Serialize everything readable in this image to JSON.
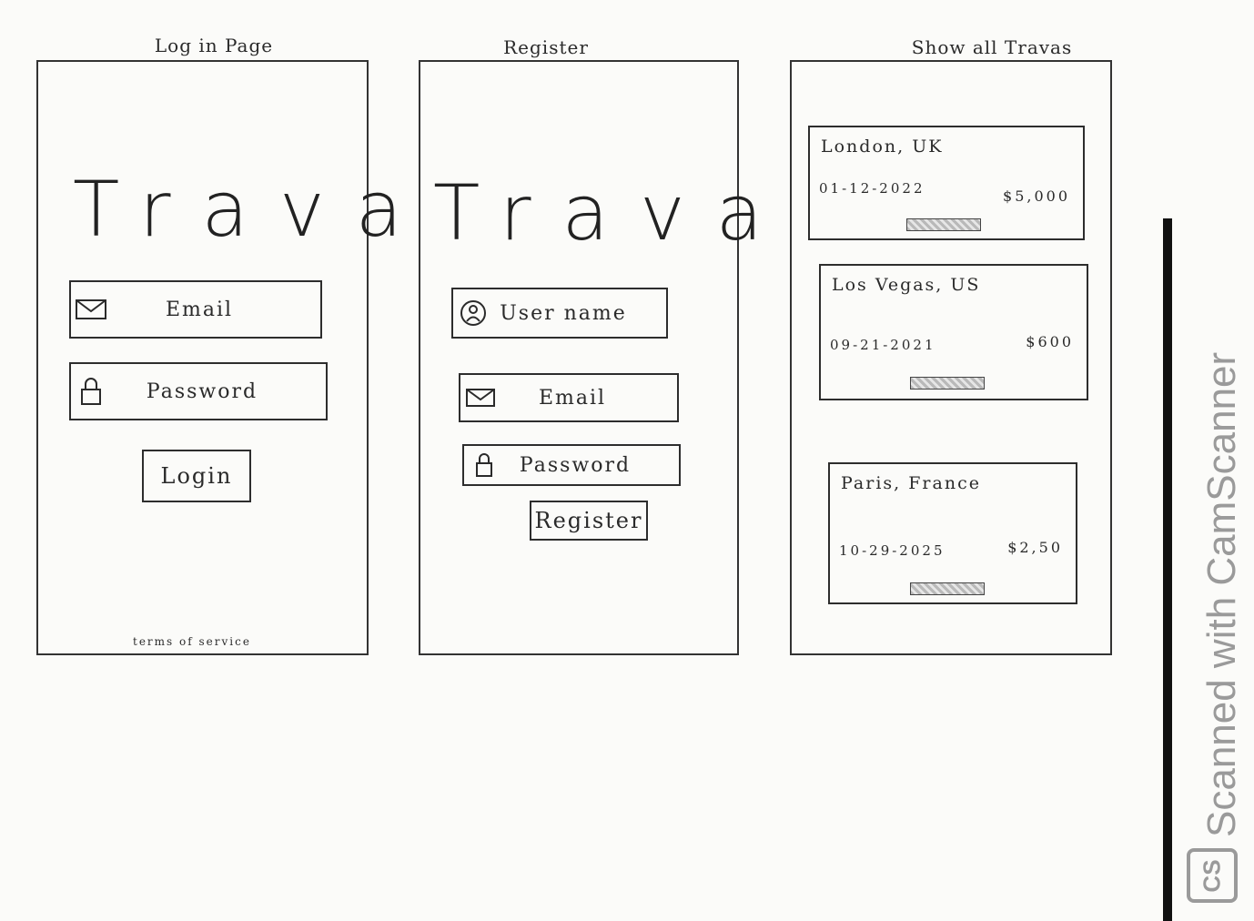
{
  "login_page": {
    "caption": "Log in Page",
    "brand": "Trava",
    "email_label": "Email",
    "password_label": "Password",
    "login_button": "Login",
    "footer": "terms of service"
  },
  "register_page": {
    "caption": "Register",
    "brand": "Trava",
    "username_label": "User name",
    "email_label": "Email",
    "password_label": "Password",
    "register_button": "Register"
  },
  "trips_page": {
    "caption": "Show all Travas",
    "cards": [
      {
        "destination": "London, UK",
        "date": "01-12-2022",
        "price": "$5,000"
      },
      {
        "destination": "Los Vegas, US",
        "date": "09-21-2021",
        "price": "$600"
      },
      {
        "destination": "Paris, France",
        "date": "10-29-2025",
        "price": "$2,50"
      }
    ]
  },
  "watermark": {
    "text": "Scanned with CamScanner",
    "logo": "CS"
  }
}
